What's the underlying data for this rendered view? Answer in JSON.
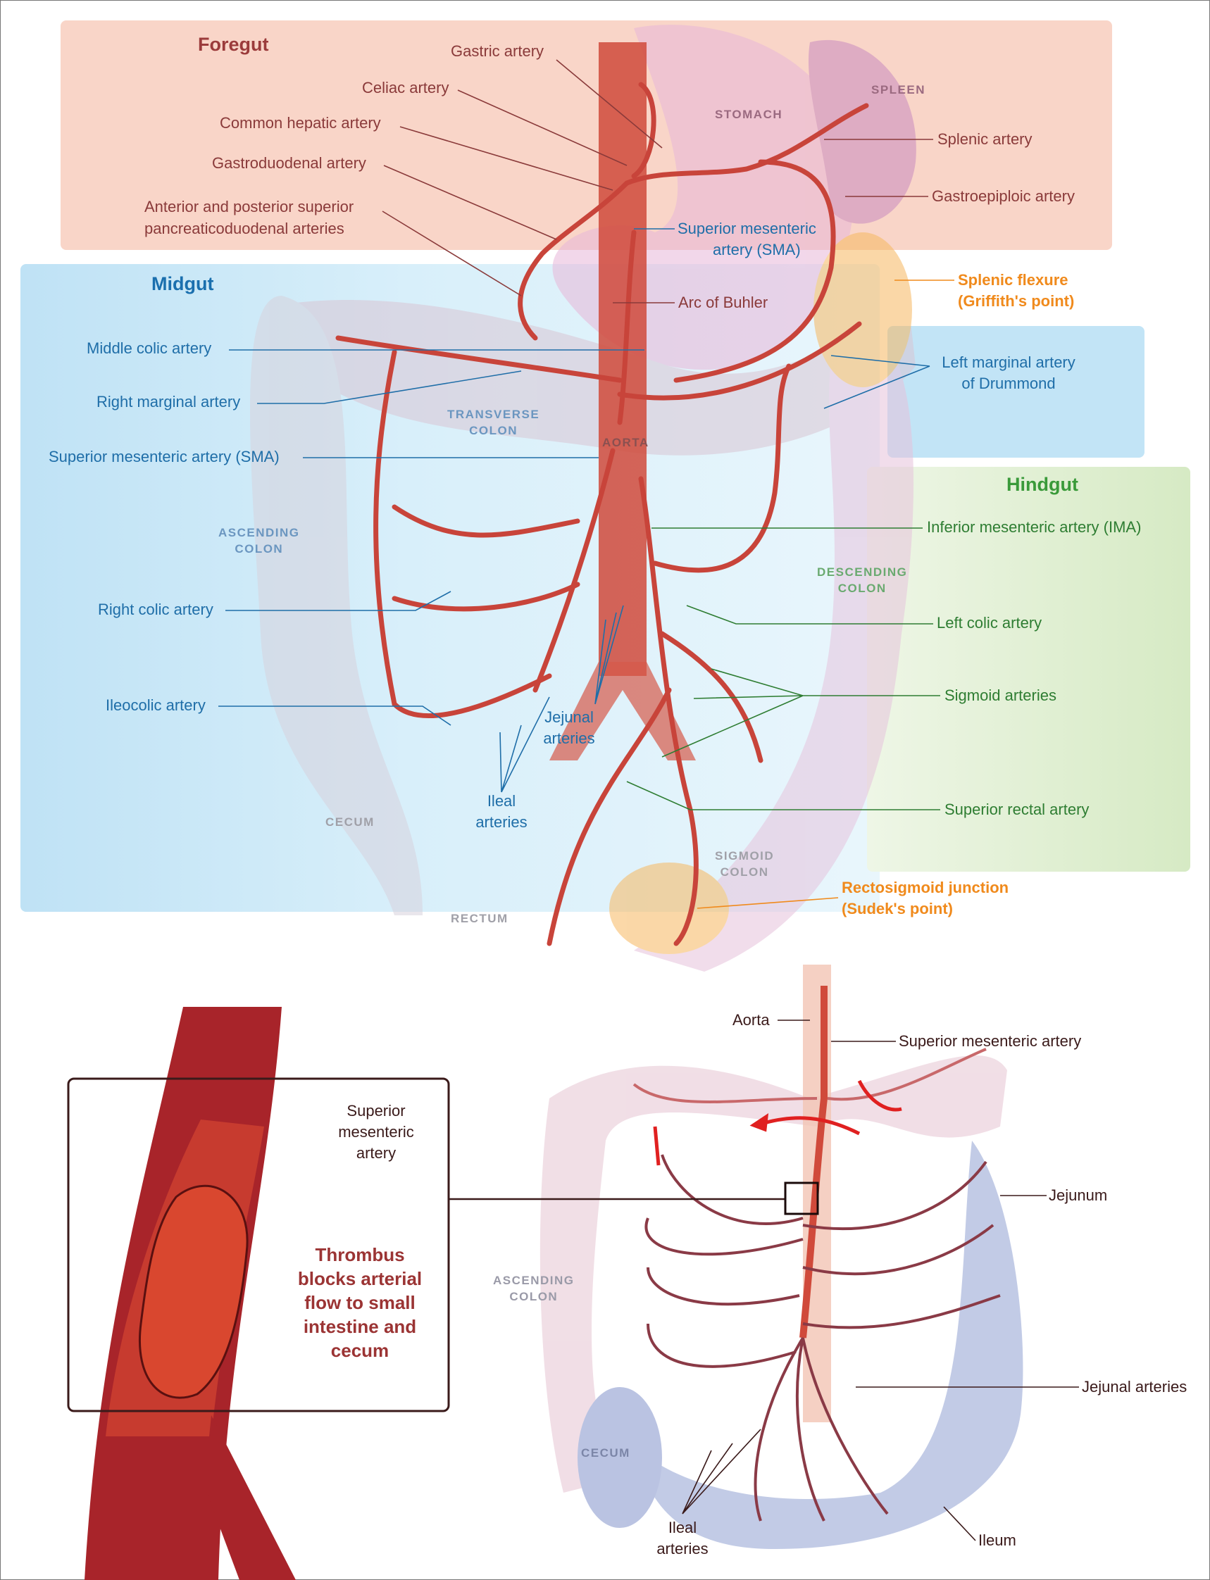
{
  "colors": {
    "foregut": "#f9d5c8",
    "midgut": "#c2e4f6",
    "hindgut": "#dcedcc",
    "artery": "#c8443a",
    "orange": "#f08a1c"
  },
  "regions": {
    "foregut": "Foregut",
    "midgut": "Midgut",
    "hindgut": "Hindgut"
  },
  "foregut_labels": {
    "gastric": "Gastric artery",
    "celiac": "Celiac artery",
    "common_hepatic": "Common hepatic artery",
    "gastroduodenal": "Gastroduodenal artery",
    "pancreatico_line1": "Anterior and posterior superior",
    "pancreatico_line2": "pancreaticoduodenal arteries",
    "splenic": "Splenic artery",
    "gastroepiploic": "Gastroepiploic artery",
    "arc_buhler": "Arc of Buhler"
  },
  "organs": {
    "stomach": "STOMACH",
    "spleen": "SPLEEN",
    "transverse_1": "TRANSVERSE",
    "transverse_2": "COLON",
    "aorta": "AORTA",
    "ascending_1": "ASCENDING",
    "ascending_2": "COLON",
    "descending_1": "DESCENDING",
    "descending_2": "COLON",
    "cecum": "CECUM",
    "sigmoid_1": "SIGMOID",
    "sigmoid_2": "COLON",
    "rectum": "RECTUM"
  },
  "midgut_labels": {
    "sma_top_1": "Superior mesenteric",
    "sma_top_2": "artery (SMA)",
    "middle_colic": "Middle colic artery",
    "right_marginal": "Right marginal artery",
    "sma": "Superior mesenteric artery (SMA)",
    "right_colic": "Right colic artery",
    "ileocolic": "Ileocolic artery",
    "jejunal_1": "Jejunal",
    "jejunal_2": "arteries",
    "ileal_1": "Ileal",
    "ileal_2": "arteries",
    "left_marginal_1": "Left marginal artery",
    "left_marginal_2": "of Drummond"
  },
  "hindgut_labels": {
    "ima": "Inferior mesenteric artery (IMA)",
    "left_colic": "Left colic artery",
    "sigmoid": "Sigmoid arteries",
    "superior_rectal": "Superior rectal artery"
  },
  "watershed": {
    "splenic_1": "Splenic flexure",
    "splenic_2": "(Griffith's point)",
    "recto_1": "Rectosigmoid junction",
    "recto_2": "(Sudek's point)"
  },
  "bottom": {
    "aorta": "Aorta",
    "sma": "Superior mesenteric artery",
    "inset_1": "Superior",
    "inset_2": "mesenteric",
    "inset_3": "artery",
    "thrombus": [
      "Thrombus",
      "blocks arterial",
      "flow to small",
      "intestine and",
      "cecum"
    ],
    "jejunum": "Jejunum",
    "ascending_1": "ASCENDING",
    "ascending_2": "COLON",
    "jejunal_arteries": "Jejunal arteries",
    "cecum": "CECUM",
    "ileal_1": "Ileal",
    "ileal_2": "arteries",
    "ileum": "Ileum"
  }
}
